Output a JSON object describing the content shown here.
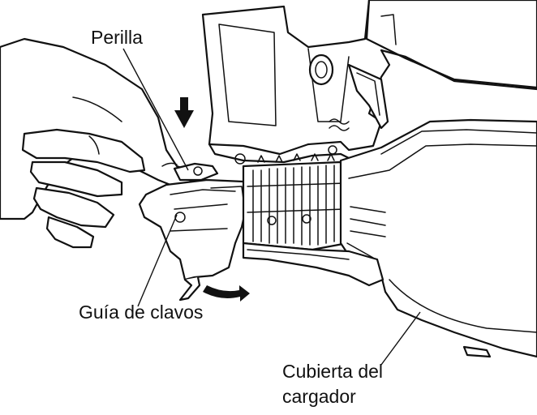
{
  "labels": {
    "perilla": "Perilla",
    "guia_de_clavos": "Guía de clavos",
    "cubierta_line1": "Cubierta del",
    "cubierta_line2": "cargador"
  }
}
